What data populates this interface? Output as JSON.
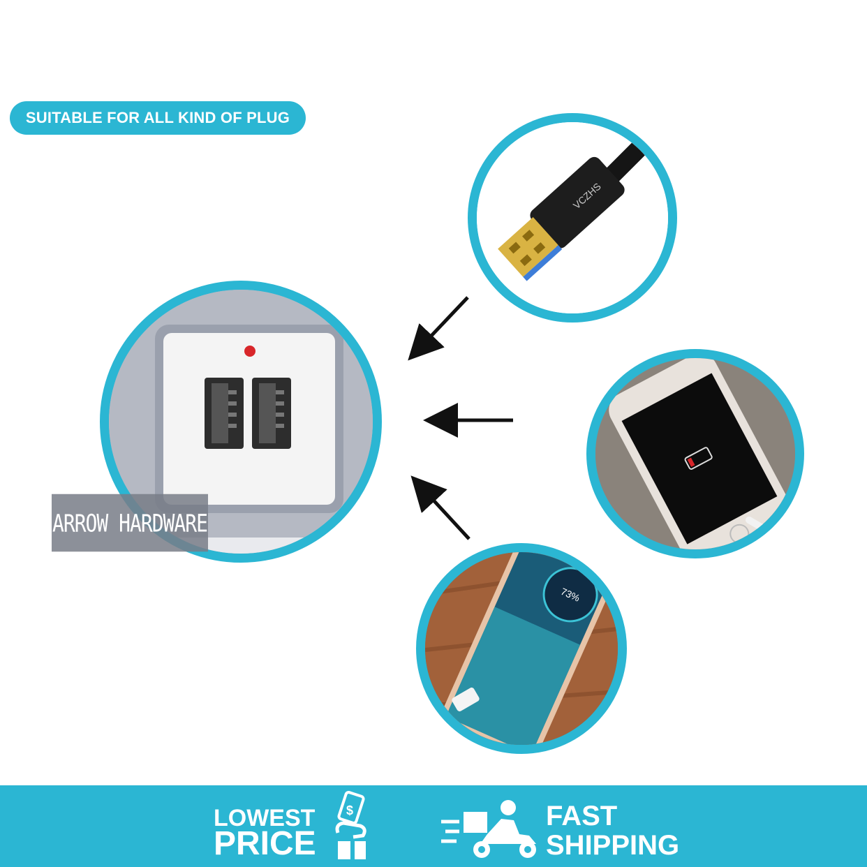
{
  "badge": {
    "text": "SUITABLE FOR ALL KIND OF PLUG"
  },
  "cable": {
    "brand": "VCZHS"
  },
  "phone2": {
    "charge": "73%"
  },
  "watermark": {
    "text": "ARROW HARDWARE"
  },
  "banner": {
    "lowest": "LOWEST",
    "price": "PRICE",
    "fast": "FAST",
    "shipping": "SHIPPING"
  },
  "colors": {
    "accent": "#2bb6d3",
    "led": "#d8262a"
  }
}
